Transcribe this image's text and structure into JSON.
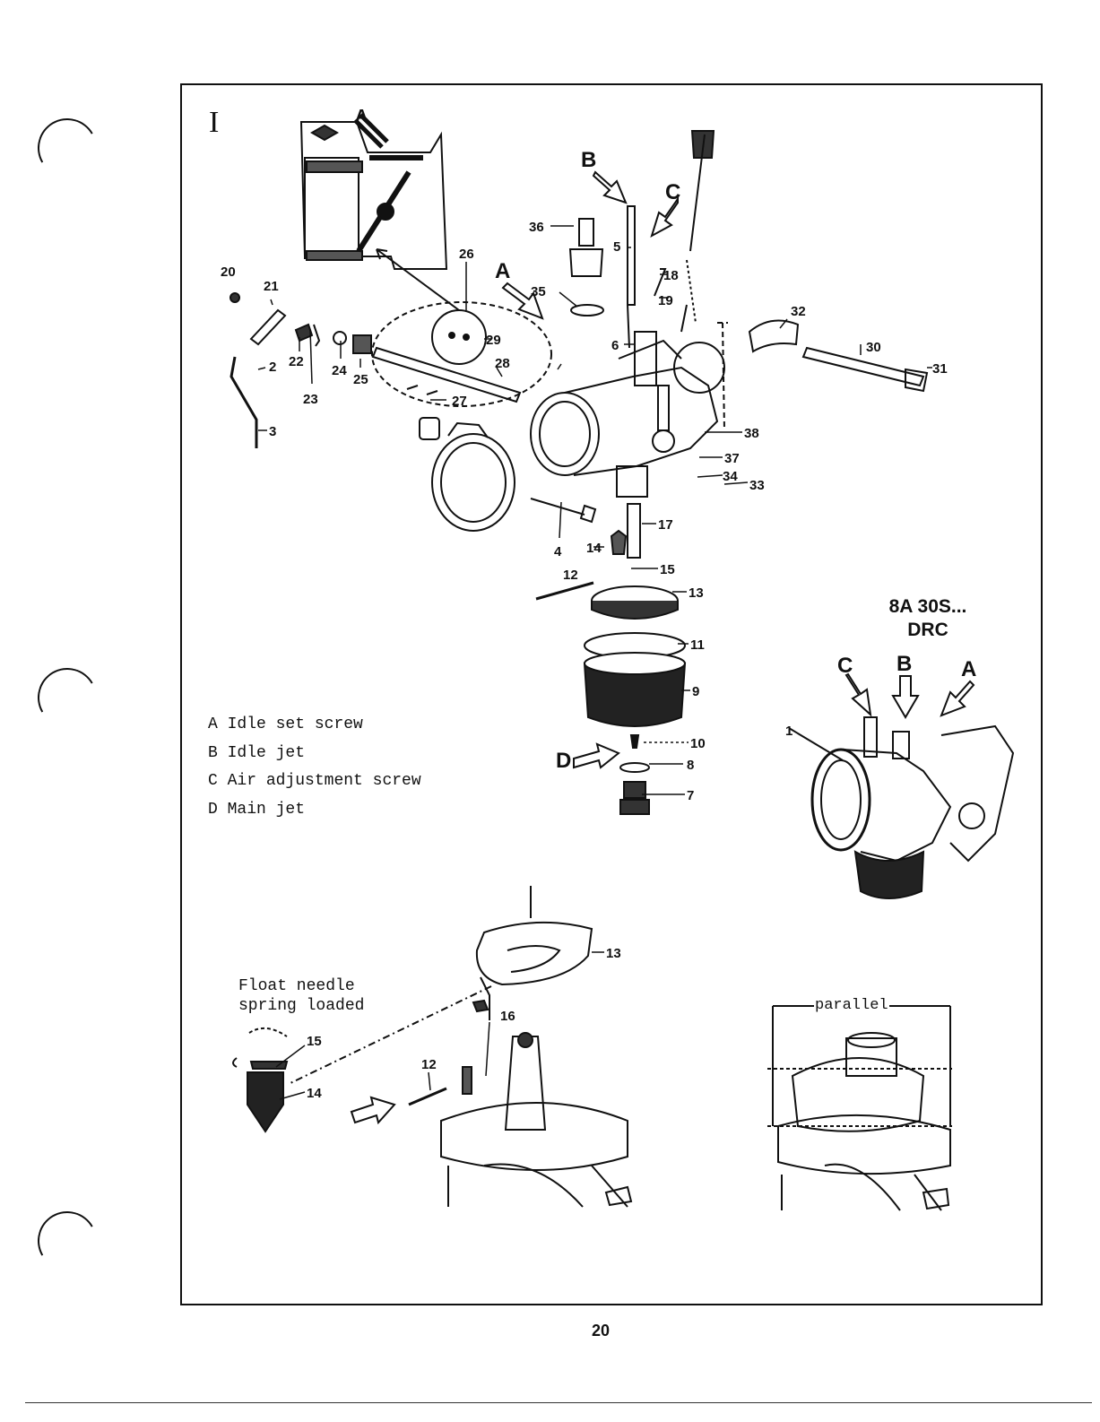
{
  "figure": {
    "section": "I",
    "page_number": "20",
    "model": [
      "8A 30S...",
      "DRC"
    ],
    "legend": [
      {
        "key": "A",
        "text": "Idle set screw"
      },
      {
        "key": "B",
        "text": "Idle jet"
      },
      {
        "key": "C",
        "text": "Air adjustment screw"
      },
      {
        "key": "D",
        "text": "Main jet"
      }
    ],
    "float_note": [
      "Float needle",
      "spring loaded"
    ],
    "parallel_label": "parallel",
    "callout_letters": {
      "a": "A",
      "b": "B",
      "c": "C",
      "d": "D"
    },
    "part_numbers": [
      "1",
      "2",
      "3",
      "4",
      "5",
      "6",
      "7",
      "8",
      "9",
      "10",
      "11",
      "12",
      "13",
      "14",
      "15",
      "16",
      "17",
      "18",
      "19",
      "20",
      "21",
      "22",
      "23",
      "24",
      "25",
      "26",
      "27",
      "28",
      "29",
      "30",
      "31",
      "32",
      "33",
      "34",
      "35",
      "36",
      "37",
      "38"
    ]
  }
}
